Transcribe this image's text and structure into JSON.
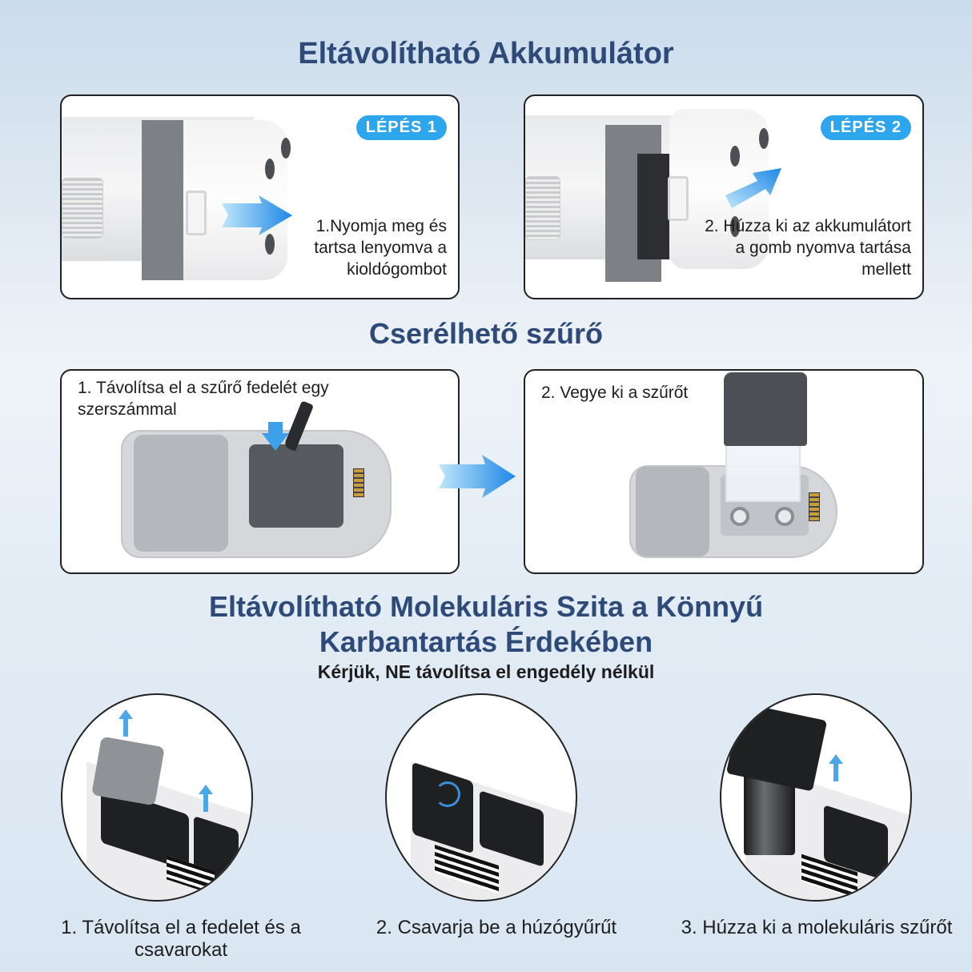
{
  "sections": {
    "battery": {
      "title": "Eltávolítható Akkumulátor",
      "steps": [
        {
          "badge": "LÉPÉS 1",
          "text": "1.Nyomja meg és tartsa lenyomva a kioldógombot"
        },
        {
          "badge": "LÉPÉS 2",
          "text": "2. Húzza ki az akkumulátort a gomb nyomva tartása mellett"
        }
      ]
    },
    "filter": {
      "title": "Cserélhető szűrő",
      "steps": [
        {
          "text": "1. Távolítsa el a szűrő fedelét egy szerszámmal"
        },
        {
          "text": "2. Vegye ki a szűrőt"
        }
      ]
    },
    "sieve": {
      "title_line1": "Eltávolítható Molekuláris Szita a Könnyű",
      "title_line2": "Karbantartás Érdekében",
      "subtitle": "Kérjük, NE távolítsa el engedély nélkül",
      "steps": [
        {
          "text": "1. Távolítsa el a fedelet és a csavarokat"
        },
        {
          "text": "2. Csavarja be a húzógyűrűt"
        },
        {
          "text": "3. Húzza ki a molekuláris szűrőt"
        }
      ]
    }
  },
  "colors": {
    "title": "#2d4a78",
    "badge": "#2ea6ee",
    "arrow": "#1e88e5"
  }
}
